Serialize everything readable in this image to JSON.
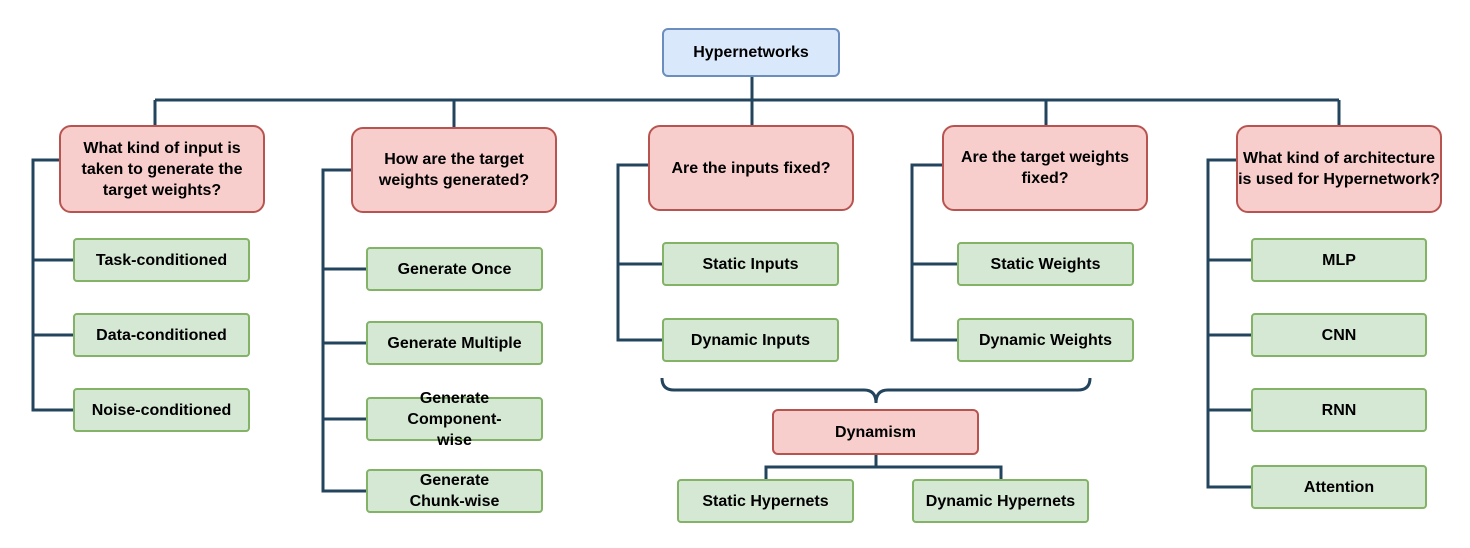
{
  "root": {
    "label": "Hypernetworks"
  },
  "categories": [
    {
      "question": "What kind of input is taken to generate the target weights?",
      "options": [
        "Task-conditioned",
        "Data-conditioned",
        "Noise-conditioned"
      ]
    },
    {
      "question": "How are the target weights generated?",
      "options": [
        "Generate Once",
        "Generate Multiple",
        "Generate Component-wise",
        "Generate Chunk-wise"
      ]
    },
    {
      "question": "Are the inputs fixed?",
      "options": [
        "Static Inputs",
        "Dynamic Inputs"
      ]
    },
    {
      "question": "Are the target weights fixed?",
      "options": [
        "Static Weights",
        "Dynamic Weights"
      ]
    },
    {
      "question": "What kind of architecture is used for Hypernetwork?",
      "options": [
        "MLP",
        "CNN",
        "RNN",
        "Attention"
      ]
    }
  ],
  "dynamism": {
    "label": "Dynamism",
    "options": [
      "Static Hypernets",
      "Dynamic Hypernets"
    ]
  },
  "colors": {
    "root_fill": "#dae8fc",
    "root_border": "#6c8ebf",
    "question_fill": "#f8cecc",
    "question_border": "#b85450",
    "leaf_fill": "#d5e8d4",
    "leaf_border": "#82b366",
    "connector": "#23445d"
  }
}
